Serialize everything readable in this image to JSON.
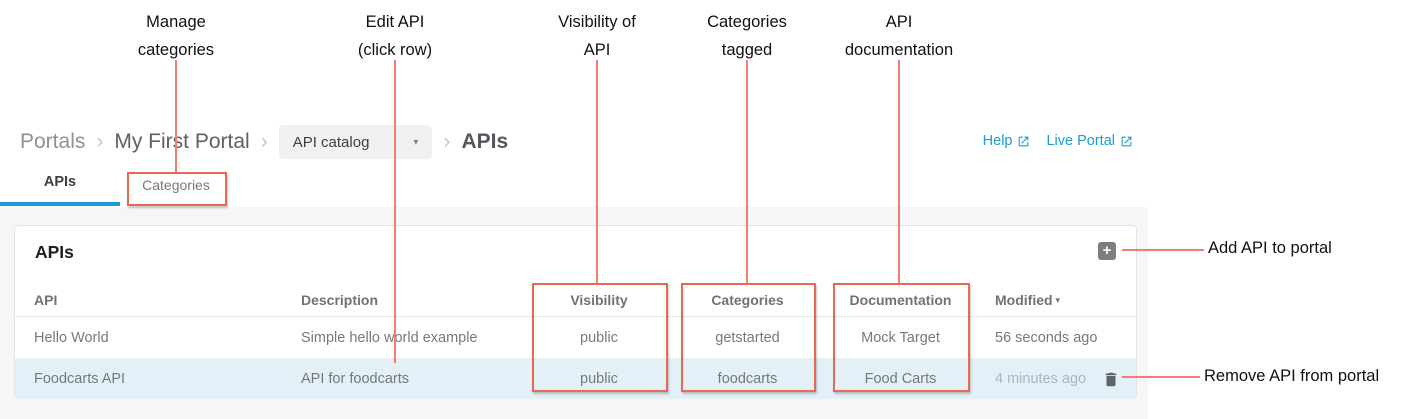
{
  "colors": {
    "annotation_red": "#e96852",
    "accent_blue": "#1a9ad6",
    "row_highlight": "#e4f0f8",
    "page_bg": "#f5f7f7"
  },
  "callouts": [
    {
      "line1": "Manage",
      "line2": "categories"
    },
    {
      "line1": "Edit API",
      "line2": "(click row)"
    },
    {
      "line1": "Visibility of",
      "line2": "API"
    },
    {
      "line1": "Categories",
      "line2": "tagged"
    },
    {
      "line1": "API",
      "line2": "documentation"
    }
  ],
  "side_labels": {
    "add": "Add API to portal",
    "remove": "Remove API from portal"
  },
  "breadcrumb": {
    "root": "Portals",
    "chevron": "›",
    "portal": "My First Portal",
    "dropdown_value": "API catalog",
    "dropdown_caret": "▾",
    "current": "APIs"
  },
  "header_links": {
    "help": "Help",
    "live_portal": "Live Portal"
  },
  "tabs": {
    "apis": "APIs",
    "categories": "Categories"
  },
  "card": {
    "title": "APIs",
    "add_button_glyph": "+"
  },
  "table": {
    "columns": {
      "api": "API",
      "description": "Description",
      "visibility": "Visibility",
      "categories": "Categories",
      "documentation": "Documentation",
      "modified": "Modified",
      "modified_sort_caret": "▾"
    },
    "rows": [
      {
        "api": "Hello World",
        "description": "Simple hello world example",
        "visibility": "public",
        "categories": "getstarted",
        "documentation": "Mock Target",
        "modified": "56 seconds ago"
      },
      {
        "api": "Foodcarts API",
        "description": "API for foodcarts",
        "visibility": "public",
        "categories": "foodcarts",
        "documentation": "Food Carts",
        "modified": "4 minutes ago"
      }
    ]
  }
}
